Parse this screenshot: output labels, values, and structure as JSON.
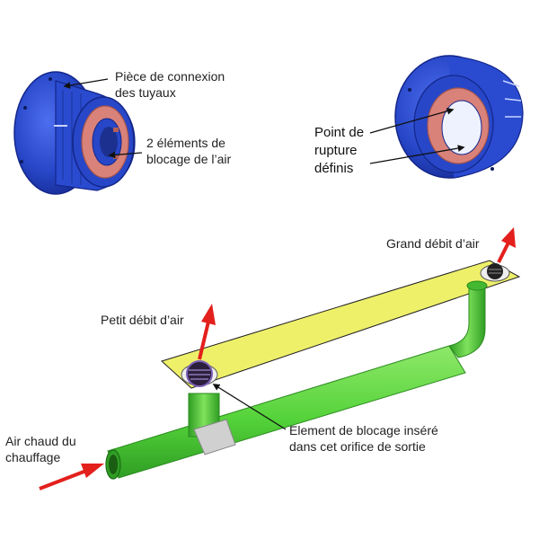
{
  "labels": {
    "connector_piece": [
      "Pièce de connexion",
      "des tuyaux"
    ],
    "blocking_elements": [
      "2 éléments de",
      "blocage de l’air"
    ],
    "rupture_points": [
      "Point de",
      "rupture",
      "définis"
    ],
    "high_flow": "Grand débit d’air",
    "low_flow": "Petit débit d’air",
    "inserted_element": [
      "Element de blocage inséré",
      "dans cet orifice de sortie"
    ],
    "hot_air": [
      "Air chaud du",
      "chauffage"
    ]
  },
  "colors": {
    "part_blue": "#2747c8",
    "part_blue_dark": "#14268a",
    "seal_pink": "#d9827a",
    "pipe_green": "#55d33a",
    "pipe_green_dark": "#2f9e24",
    "board_yellow": "#eef06a",
    "arrow_red": "#e3201c",
    "leader_line": "#111111"
  }
}
